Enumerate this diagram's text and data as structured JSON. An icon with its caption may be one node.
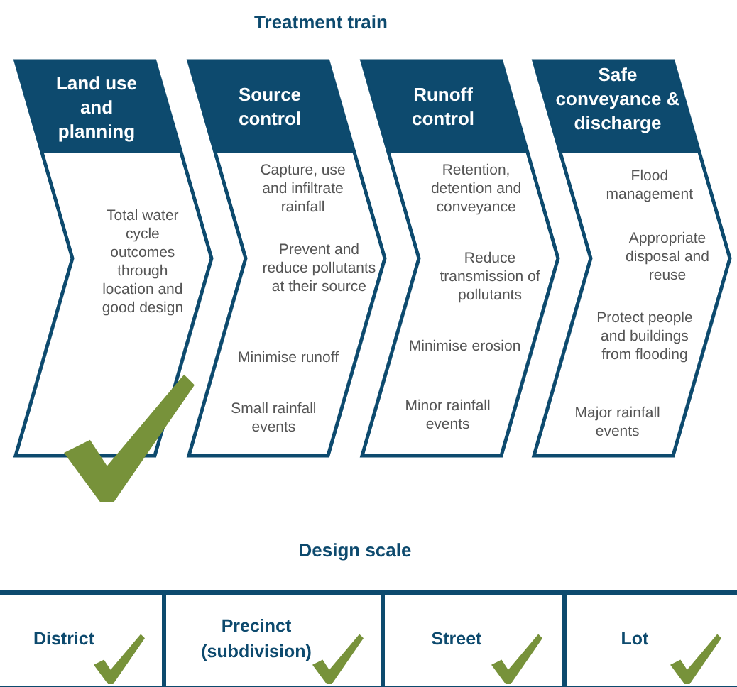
{
  "diagram": {
    "title": "Treatment train",
    "nodes": [
      {
        "text": [
          "Land use and planning",
          "Total water cycle outcomes through location and good design"
        ]
      },
      {
        "text": [
          "Source control",
          "Capture, use and infiltrate rainfall",
          "Prevent and reduce pollutants at their source",
          "Minimise runoff",
          "Small rainfall events"
        ]
      },
      {
        "text": [
          "Runoff control",
          "Retention, detention and conveyance",
          "Reduce transmission of pollutants",
          "Minimise erosion",
          "Minor rainfall events"
        ]
      },
      {
        "text": [
          "Safe conveyance & discharge",
          "Flood management",
          "Appropriate disposal and reuse",
          "Protect people and buildings from flooding",
          "Major rainfall events"
        ]
      },
      {
        "text": [
          "District"
        ]
      },
      {
        "text": [
          "Precinct (subdivision)"
        ]
      },
      {
        "text": [
          "Street"
        ]
      },
      {
        "text": [
          "Lot"
        ]
      }
    ],
    "edges": [],
    "labels": [
      "Design scale"
    ]
  }
}
